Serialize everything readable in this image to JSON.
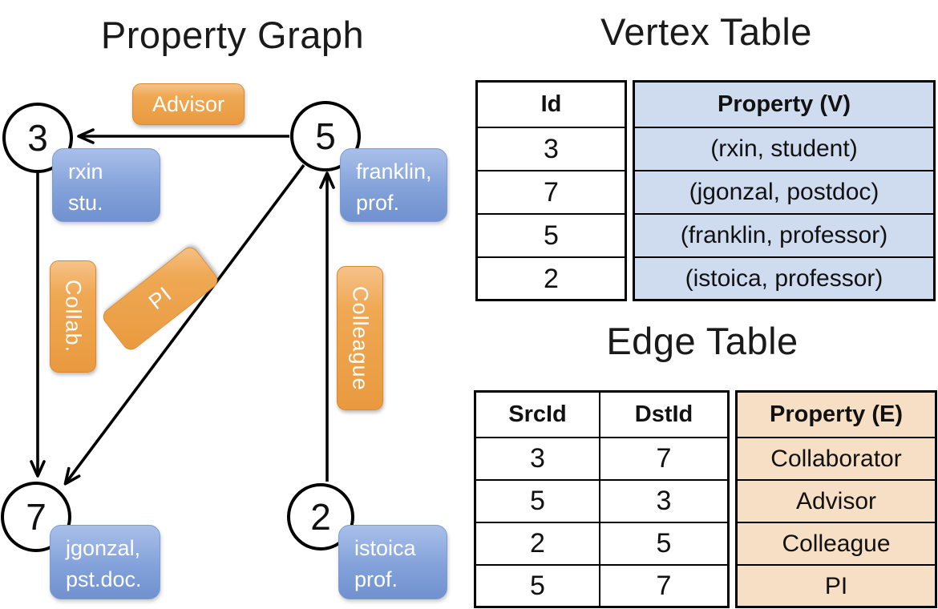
{
  "graph": {
    "title": "Property Graph",
    "nodes": [
      {
        "id": "3",
        "label_lines": [
          "rxin",
          "stu."
        ]
      },
      {
        "id": "5",
        "label_lines": [
          "franklin,",
          "prof."
        ]
      },
      {
        "id": "7",
        "label_lines": [
          "jgonzal,",
          "pst.doc."
        ]
      },
      {
        "id": "2",
        "label_lines": [
          "istoica",
          "prof."
        ]
      }
    ],
    "edges": [
      {
        "label": "Advisor",
        "src": "5",
        "dst": "3"
      },
      {
        "label": "Collab.",
        "src": "3",
        "dst": "7"
      },
      {
        "label": "PI",
        "src": "5",
        "dst": "7"
      },
      {
        "label": "Colleague",
        "src": "2",
        "dst": "5"
      }
    ]
  },
  "vertex_table": {
    "title": "Vertex Table",
    "columns": [
      "Id",
      "Property (V)"
    ],
    "rows": [
      [
        "3",
        "(rxin, student)"
      ],
      [
        "7",
        "(jgonzal, postdoc)"
      ],
      [
        "5",
        "(franklin, professor)"
      ],
      [
        "2",
        "(istoica, professor)"
      ]
    ]
  },
  "edge_table": {
    "title": "Edge Table",
    "columns": [
      "SrcId",
      "DstId",
      "Property (E)"
    ],
    "rows": [
      [
        "3",
        "7",
        "Collaborator"
      ],
      [
        "5",
        "3",
        "Advisor"
      ],
      [
        "2",
        "5",
        "Colleague"
      ],
      [
        "5",
        "7",
        "PI"
      ]
    ]
  },
  "colors": {
    "edge_label_fill": "#EFA853",
    "edge_label_border": "#D9882F",
    "vertex_label_fill": "#83A2DA",
    "vertex_label_border": "#7C9AD5",
    "vertex_prop_col_bg": "#CFDCF0",
    "edge_prop_col_bg": "#F6DFC5",
    "table_border": "#000000",
    "line_color": "#000000",
    "label_text": "#FFFFFF"
  }
}
